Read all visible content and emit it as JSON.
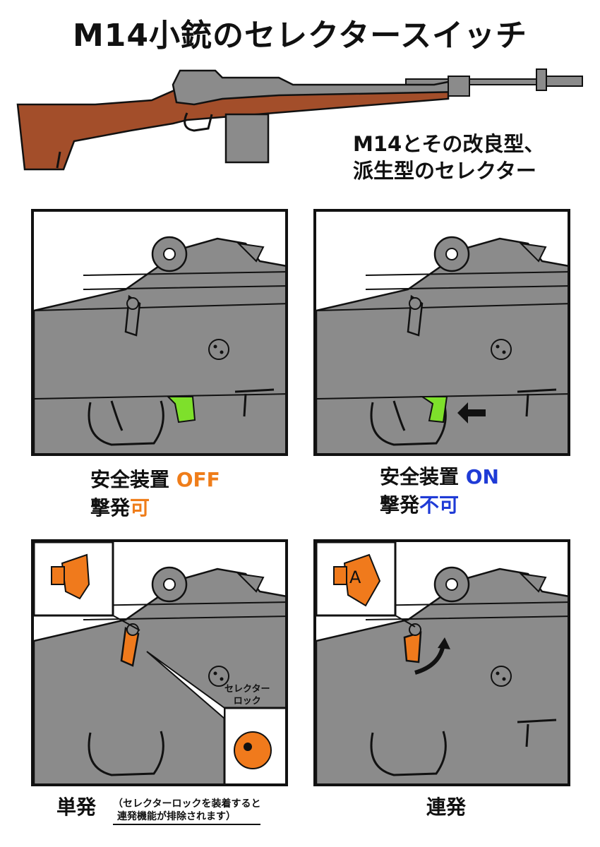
{
  "title": "M14小銃のセレクタースイッチ",
  "subtitle_lines": [
    "M14とその改良型、",
    "派生型のセレクター"
  ],
  "panels": {
    "safety_off": {
      "label": "安全装置 ",
      "state": "OFF",
      "fire_label": "撃発",
      "fire_state": "可"
    },
    "safety_on": {
      "label": "安全装置 ",
      "state": "ON",
      "fire_label": "撃発",
      "fire_state": "不可"
    },
    "semi": {
      "mode": "単発",
      "note_line1": "（セレクターロックを装着すると",
      "note_line2": "連発機能が排除されます）",
      "lock_label_line1": "セレクター",
      "lock_label_line2": "ロック"
    },
    "auto": {
      "mode": "連発",
      "selector_letter": "A"
    }
  },
  "colors": {
    "off": "#ef7d1a",
    "on": "#1f3bd6",
    "safety_green": "#7ee02b",
    "selector_orange": "#f07a1c",
    "receiver_gray": "#8b8b8b",
    "stock_brown": "#a34e2a"
  }
}
